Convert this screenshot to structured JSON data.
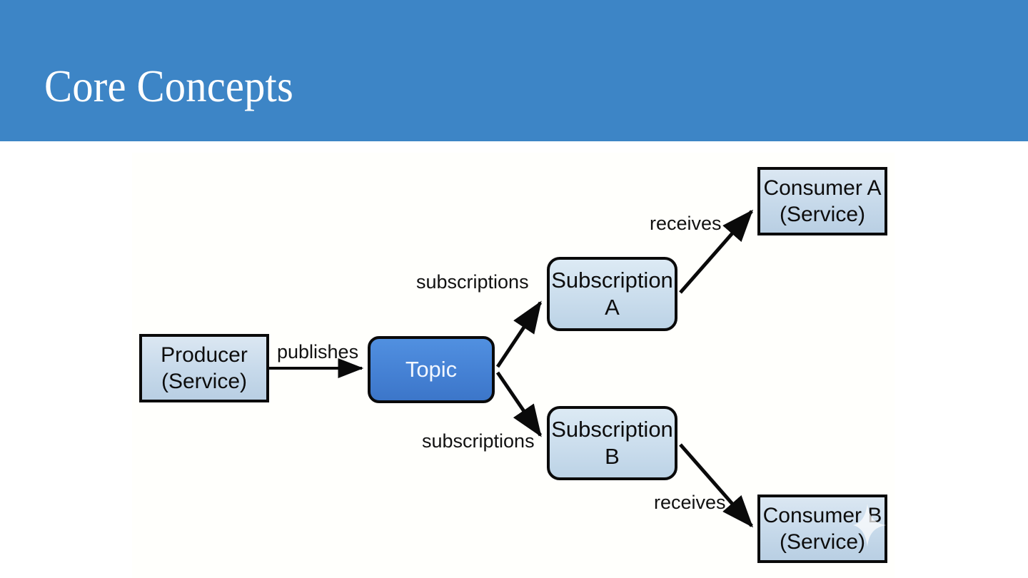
{
  "slide": {
    "title": "Core Concepts",
    "header_color": "#3d85c6",
    "body_background": "#ffffff",
    "panel_background": "#fffffc"
  },
  "diagram": {
    "type": "flow-diagram",
    "topic_fill": "#4581d4",
    "box_fill": "#c6d9ea",
    "border_color": "#0a0a0a",
    "nodes": [
      {
        "id": "producer",
        "label_line1": "Producer",
        "label_line2": "(Service)",
        "shape": "rect",
        "fill": "#c6d9ea"
      },
      {
        "id": "topic",
        "label_line1": "Topic",
        "label_line2": "",
        "shape": "round-rect",
        "fill": "#4581d4"
      },
      {
        "id": "sub_a",
        "label_line1": "Subscription",
        "label_line2": "A",
        "shape": "round-rect",
        "fill": "#c9dcec"
      },
      {
        "id": "sub_b",
        "label_line1": "Subscription",
        "label_line2": "B",
        "shape": "round-rect",
        "fill": "#c9dcec"
      },
      {
        "id": "consumer_a",
        "label_line1": "Consumer A",
        "label_line2": "(Service)",
        "shape": "rect",
        "fill": "#c6d9ea"
      },
      {
        "id": "consumer_b",
        "label_line1": "Consumer B",
        "label_line2": "(Service)",
        "shape": "rect",
        "fill": "#c6d9ea"
      }
    ],
    "edges": [
      {
        "from": "producer",
        "to": "topic",
        "label": "publishes"
      },
      {
        "from": "topic",
        "to": "sub_a",
        "label": "subscriptions"
      },
      {
        "from": "topic",
        "to": "sub_b",
        "label": "subscriptions"
      },
      {
        "from": "sub_a",
        "to": "consumer_a",
        "label": "receives"
      },
      {
        "from": "sub_b",
        "to": "consumer_b",
        "label": "receives"
      }
    ]
  },
  "overlay": {
    "sparkle_icon": "play-sparkle-icon"
  }
}
